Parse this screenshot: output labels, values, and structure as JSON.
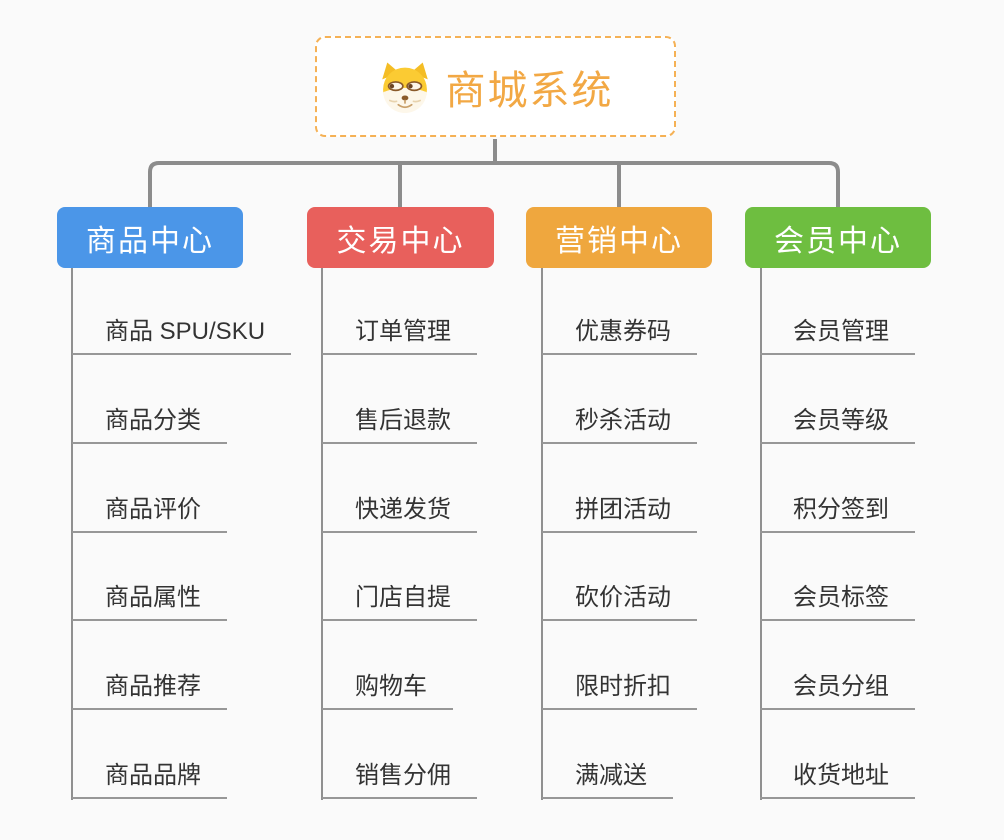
{
  "root": {
    "title": "商城系统",
    "icon": "doge-icon",
    "accent_color": "#f2a844",
    "border_color": "#f5b155"
  },
  "branches": [
    {
      "label": "商品中心",
      "color": "#4b96e8",
      "items": [
        "商品 SPU/SKU",
        "商品分类",
        "商品评价",
        "商品属性",
        "商品推荐",
        "商品品牌"
      ]
    },
    {
      "label": "交易中心",
      "color": "#e8605c",
      "items": [
        "订单管理",
        "售后退款",
        "快递发货",
        "门店自提",
        "购物车",
        "销售分佣"
      ]
    },
    {
      "label": "营销中心",
      "color": "#efa73e",
      "items": [
        "优惠券码",
        "秒杀活动",
        "拼团活动",
        "砍价活动",
        "限时折扣",
        "满减送"
      ]
    },
    {
      "label": "会员中心",
      "color": "#6ebe40",
      "items": [
        "会员管理",
        "会员等级",
        "积分签到",
        "会员标签",
        "会员分组",
        "收货地址"
      ]
    }
  ],
  "colors": {
    "background": "#fafafa",
    "connector": "#8c8c8c",
    "spine": "#909090",
    "underline": "#979797",
    "leaf_text": "#333333",
    "node_text": "#ffffff"
  }
}
